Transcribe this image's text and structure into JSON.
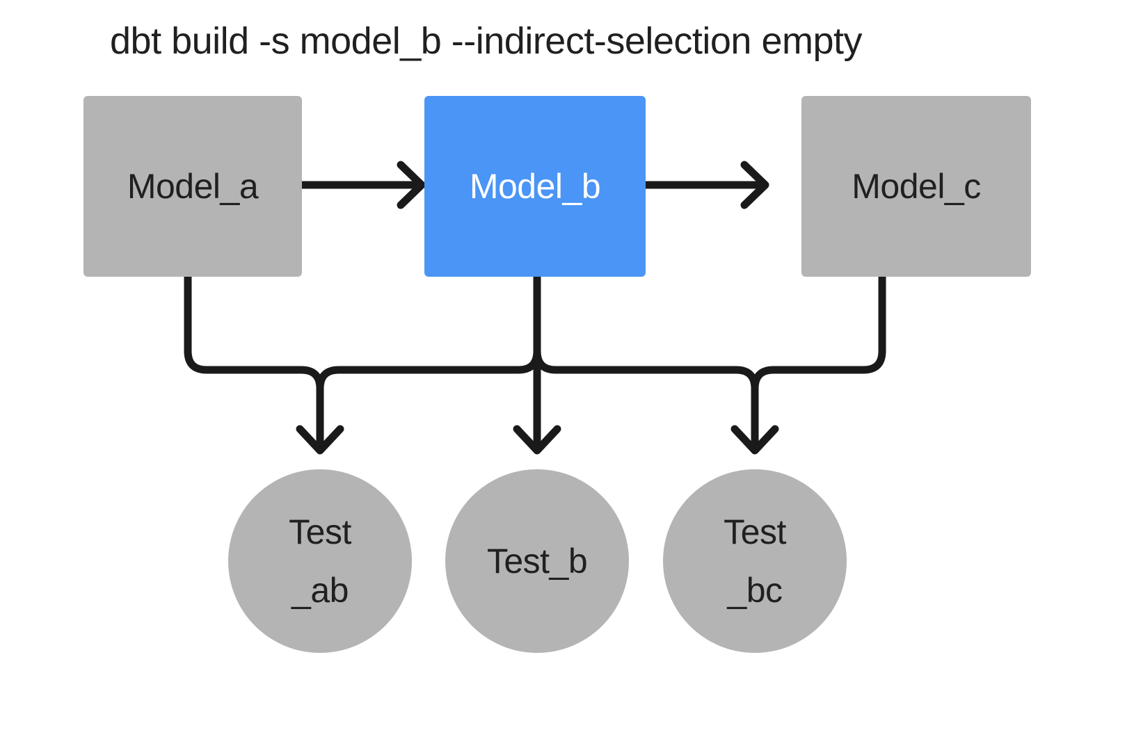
{
  "diagram": {
    "title": "dbt build -s model_b --indirect-selection empty",
    "type": "dag",
    "colors": {
      "node_gray": "#b4b4b4",
      "node_selected_blue": "#4a95f5",
      "edge_black": "#1a1a1a",
      "text_dark": "#202020",
      "text_light": "#ffffff",
      "background": "#ffffff"
    },
    "models": [
      {
        "id": "model_a",
        "label": "Model_a",
        "shape": "rect",
        "state": "unselected"
      },
      {
        "id": "model_b",
        "label": "Model_b",
        "shape": "rect",
        "state": "selected"
      },
      {
        "id": "model_c",
        "label": "Model_c",
        "shape": "rect",
        "state": "unselected"
      }
    ],
    "tests": [
      {
        "id": "test_ab",
        "label": "Test_ab",
        "line1": "Test",
        "line2": "_ab",
        "shape": "circle",
        "state": "unselected"
      },
      {
        "id": "test_b",
        "label": "Test_b",
        "line1": "Test_b",
        "line2": "",
        "shape": "circle",
        "state": "unselected"
      },
      {
        "id": "test_bc",
        "label": "Test_bc",
        "line1": "Test",
        "line2": "_bc",
        "shape": "circle",
        "state": "unselected"
      }
    ],
    "edges": [
      {
        "from": "model_a",
        "to": "model_b",
        "style": "straight-arrow"
      },
      {
        "from": "model_b",
        "to": "model_c",
        "style": "straight-arrow"
      },
      {
        "from": "model_a",
        "to": "test_ab",
        "style": "elbow-arrow"
      },
      {
        "from": "model_b",
        "to": "test_ab",
        "style": "elbow-arrow"
      },
      {
        "from": "model_b",
        "to": "test_b",
        "style": "straight-arrow"
      },
      {
        "from": "model_b",
        "to": "test_bc",
        "style": "elbow-arrow"
      },
      {
        "from": "model_c",
        "to": "test_bc",
        "style": "elbow-arrow"
      }
    ]
  }
}
